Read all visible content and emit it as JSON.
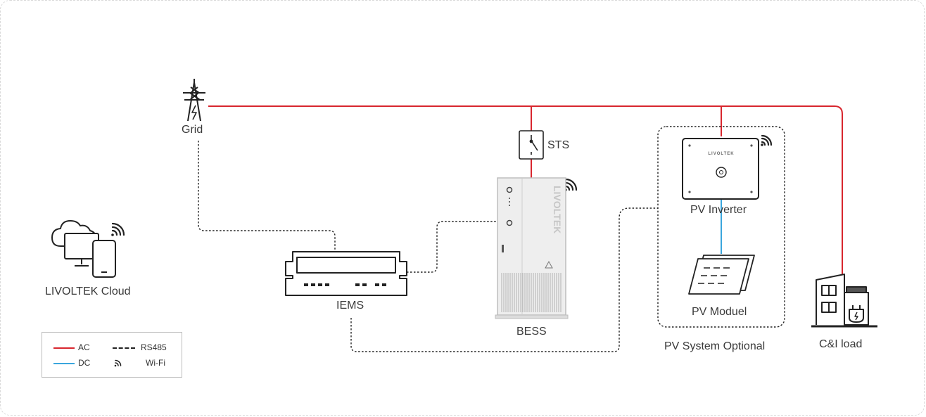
{
  "nodes": {
    "grid": "Grid",
    "cloud": "LIVOLTEK Cloud",
    "iems": "IEMS",
    "sts": "STS",
    "bess": "BESS",
    "bess_brand": "LIVOLTEK",
    "pv_inverter": "PV Inverter",
    "inverter_brand": "LIVOLTEK",
    "pv_module": "PV Moduel",
    "pv_group": "PV System Optional",
    "load": "C&I load"
  },
  "legend": {
    "ac": "AC",
    "dc": "DC",
    "rs485": "RS485",
    "wifi": "Wi-Fi"
  },
  "colors": {
    "ac": "#d8262e",
    "dc": "#3aa6dd",
    "rs485": "#222222",
    "device_stroke": "#222222",
    "cabinet_fill": "#eeeeee"
  },
  "icons": [
    "tower-icon",
    "cloud-devices-icon",
    "wifi-icon",
    "switch-icon",
    "server-icon",
    "cabinet-icon",
    "inverter-icon",
    "solar-panel-icon",
    "building-icon"
  ]
}
